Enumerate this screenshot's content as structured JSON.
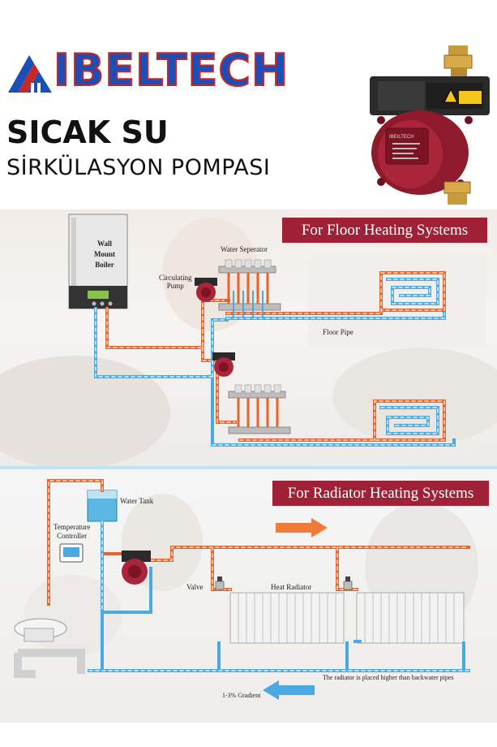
{
  "brand": {
    "name": "IBELTECH"
  },
  "headline": {
    "line1": "SICAK SU",
    "line2": "SİRKÜLASYON POMPASI"
  },
  "pump_product": {
    "label_text": "IBEILTECH"
  },
  "floor_section": {
    "banner": "For Floor Heating Systems",
    "boiler_label_1": "Wall",
    "boiler_label_2": "Mount",
    "boiler_label_3": "Boiler",
    "water_separator": "Water Seperator",
    "circulating_pump_1": "Circulating",
    "circulating_pump_2": "Pump",
    "floor_pipe": "Floor Pipe"
  },
  "radiator_section": {
    "banner": "For Radiator Heating Systems",
    "water_tank": "Water Tank",
    "temp_controller_1": "Temperature",
    "temp_controller_2": "Controller",
    "valve": "Valve",
    "heat_radiator": "Heat Radiator",
    "radiator_note": "The radiator is placed higher than backwater pipes",
    "gradient": "1-3% Gradient"
  },
  "colors": {
    "hot_pipe": "#e8632a",
    "cold_pipe": "#4aa9e0",
    "banner": "#a02035",
    "brand_blue": "#1b4fb8",
    "brand_red": "#c62828"
  }
}
